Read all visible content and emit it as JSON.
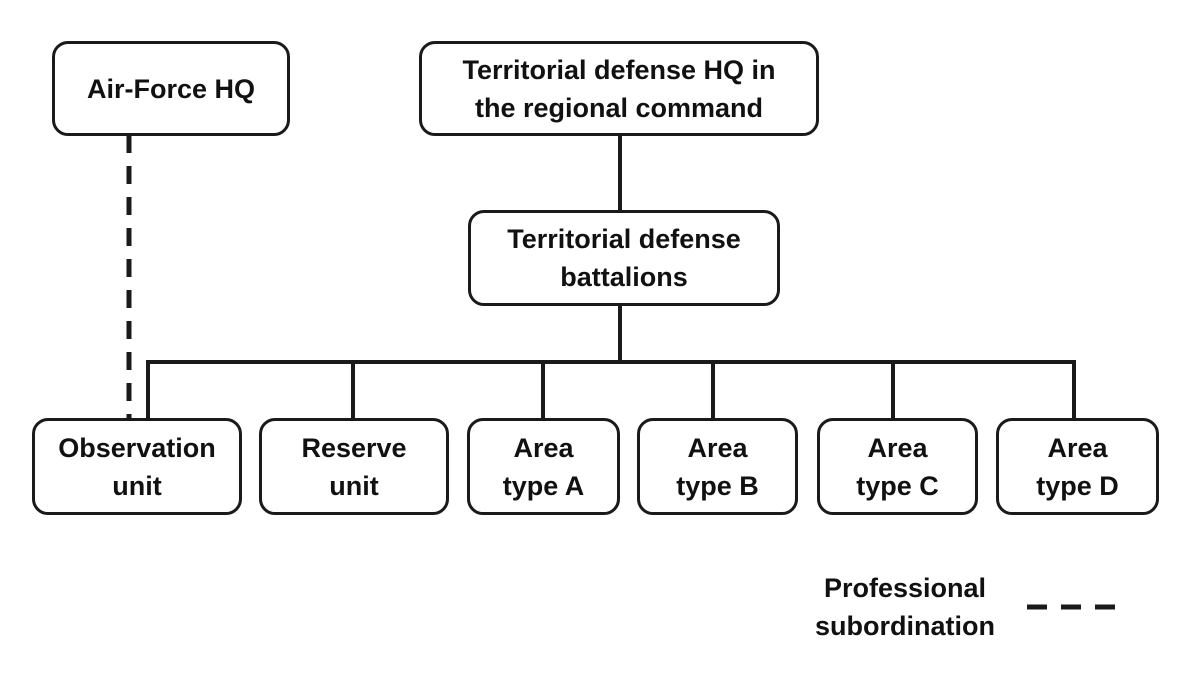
{
  "nodes": {
    "air_force_hq": [
      "Air-Force HQ"
    ],
    "territorial_hq": [
      "Territorial defense HQ in",
      "the regional command"
    ],
    "battalions": [
      "Territorial defense",
      "battalions"
    ],
    "observation_unit": [
      "Observation",
      "unit"
    ],
    "reserve_unit": [
      "Reserve",
      "unit"
    ],
    "area_a": [
      "Area",
      "type A"
    ],
    "area_b": [
      "Area",
      "type B"
    ],
    "area_c": [
      "Area",
      "type C"
    ],
    "area_d": [
      "Area",
      "type D"
    ]
  },
  "legend": {
    "lines": [
      "Professional",
      "subordination"
    ],
    "line_style": "dashed"
  },
  "edges": [
    {
      "from": "territorial_hq",
      "to": "battalions",
      "style": "solid"
    },
    {
      "from": "battalions",
      "to": "observation_unit",
      "style": "solid"
    },
    {
      "from": "battalions",
      "to": "reserve_unit",
      "style": "solid"
    },
    {
      "from": "battalions",
      "to": "area_a",
      "style": "solid"
    },
    {
      "from": "battalions",
      "to": "area_b",
      "style": "solid"
    },
    {
      "from": "battalions",
      "to": "area_c",
      "style": "solid"
    },
    {
      "from": "battalions",
      "to": "area_d",
      "style": "solid"
    },
    {
      "from": "air_force_hq",
      "to": "observation_unit",
      "style": "dashed"
    }
  ]
}
